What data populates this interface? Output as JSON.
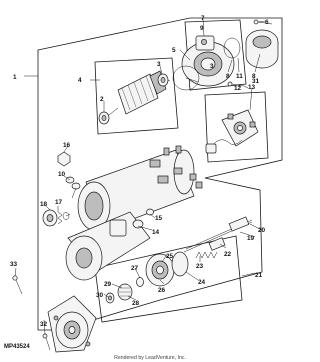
{
  "diagram": {
    "reference_code": "MP43524",
    "credit": "Rendered by LeadVenture, Inc."
  },
  "callouts": [
    {
      "id": "c1",
      "label": "1"
    },
    {
      "id": "c2",
      "label": "2"
    },
    {
      "id": "c3a",
      "label": "3"
    },
    {
      "id": "c3b",
      "label": "3"
    },
    {
      "id": "c4",
      "label": "4"
    },
    {
      "id": "c5",
      "label": "5"
    },
    {
      "id": "c6",
      "label": "6"
    },
    {
      "id": "c7",
      "label": "7"
    },
    {
      "id": "c8a",
      "label": "8"
    },
    {
      "id": "c8b",
      "label": "8"
    },
    {
      "id": "c9",
      "label": "9"
    },
    {
      "id": "c10",
      "label": "10"
    },
    {
      "id": "c11",
      "label": "11"
    },
    {
      "id": "c12",
      "label": "12"
    },
    {
      "id": "c13",
      "label": "13"
    },
    {
      "id": "c14",
      "label": "14"
    },
    {
      "id": "c15",
      "label": "15"
    },
    {
      "id": "c16",
      "label": "16"
    },
    {
      "id": "c17",
      "label": "17"
    },
    {
      "id": "c18",
      "label": "18"
    },
    {
      "id": "c19",
      "label": "19"
    },
    {
      "id": "c20",
      "label": "20"
    },
    {
      "id": "c21",
      "label": "21"
    },
    {
      "id": "c22",
      "label": "22"
    },
    {
      "id": "c23",
      "label": "23"
    },
    {
      "id": "c24",
      "label": "24"
    },
    {
      "id": "c25",
      "label": "25"
    },
    {
      "id": "c26",
      "label": "26"
    },
    {
      "id": "c27",
      "label": "27"
    },
    {
      "id": "c28",
      "label": "28"
    },
    {
      "id": "c29",
      "label": "29"
    },
    {
      "id": "c30",
      "label": "30"
    },
    {
      "id": "c31",
      "label": "31"
    },
    {
      "id": "c32",
      "label": "32"
    },
    {
      "id": "c33",
      "label": "33"
    }
  ]
}
